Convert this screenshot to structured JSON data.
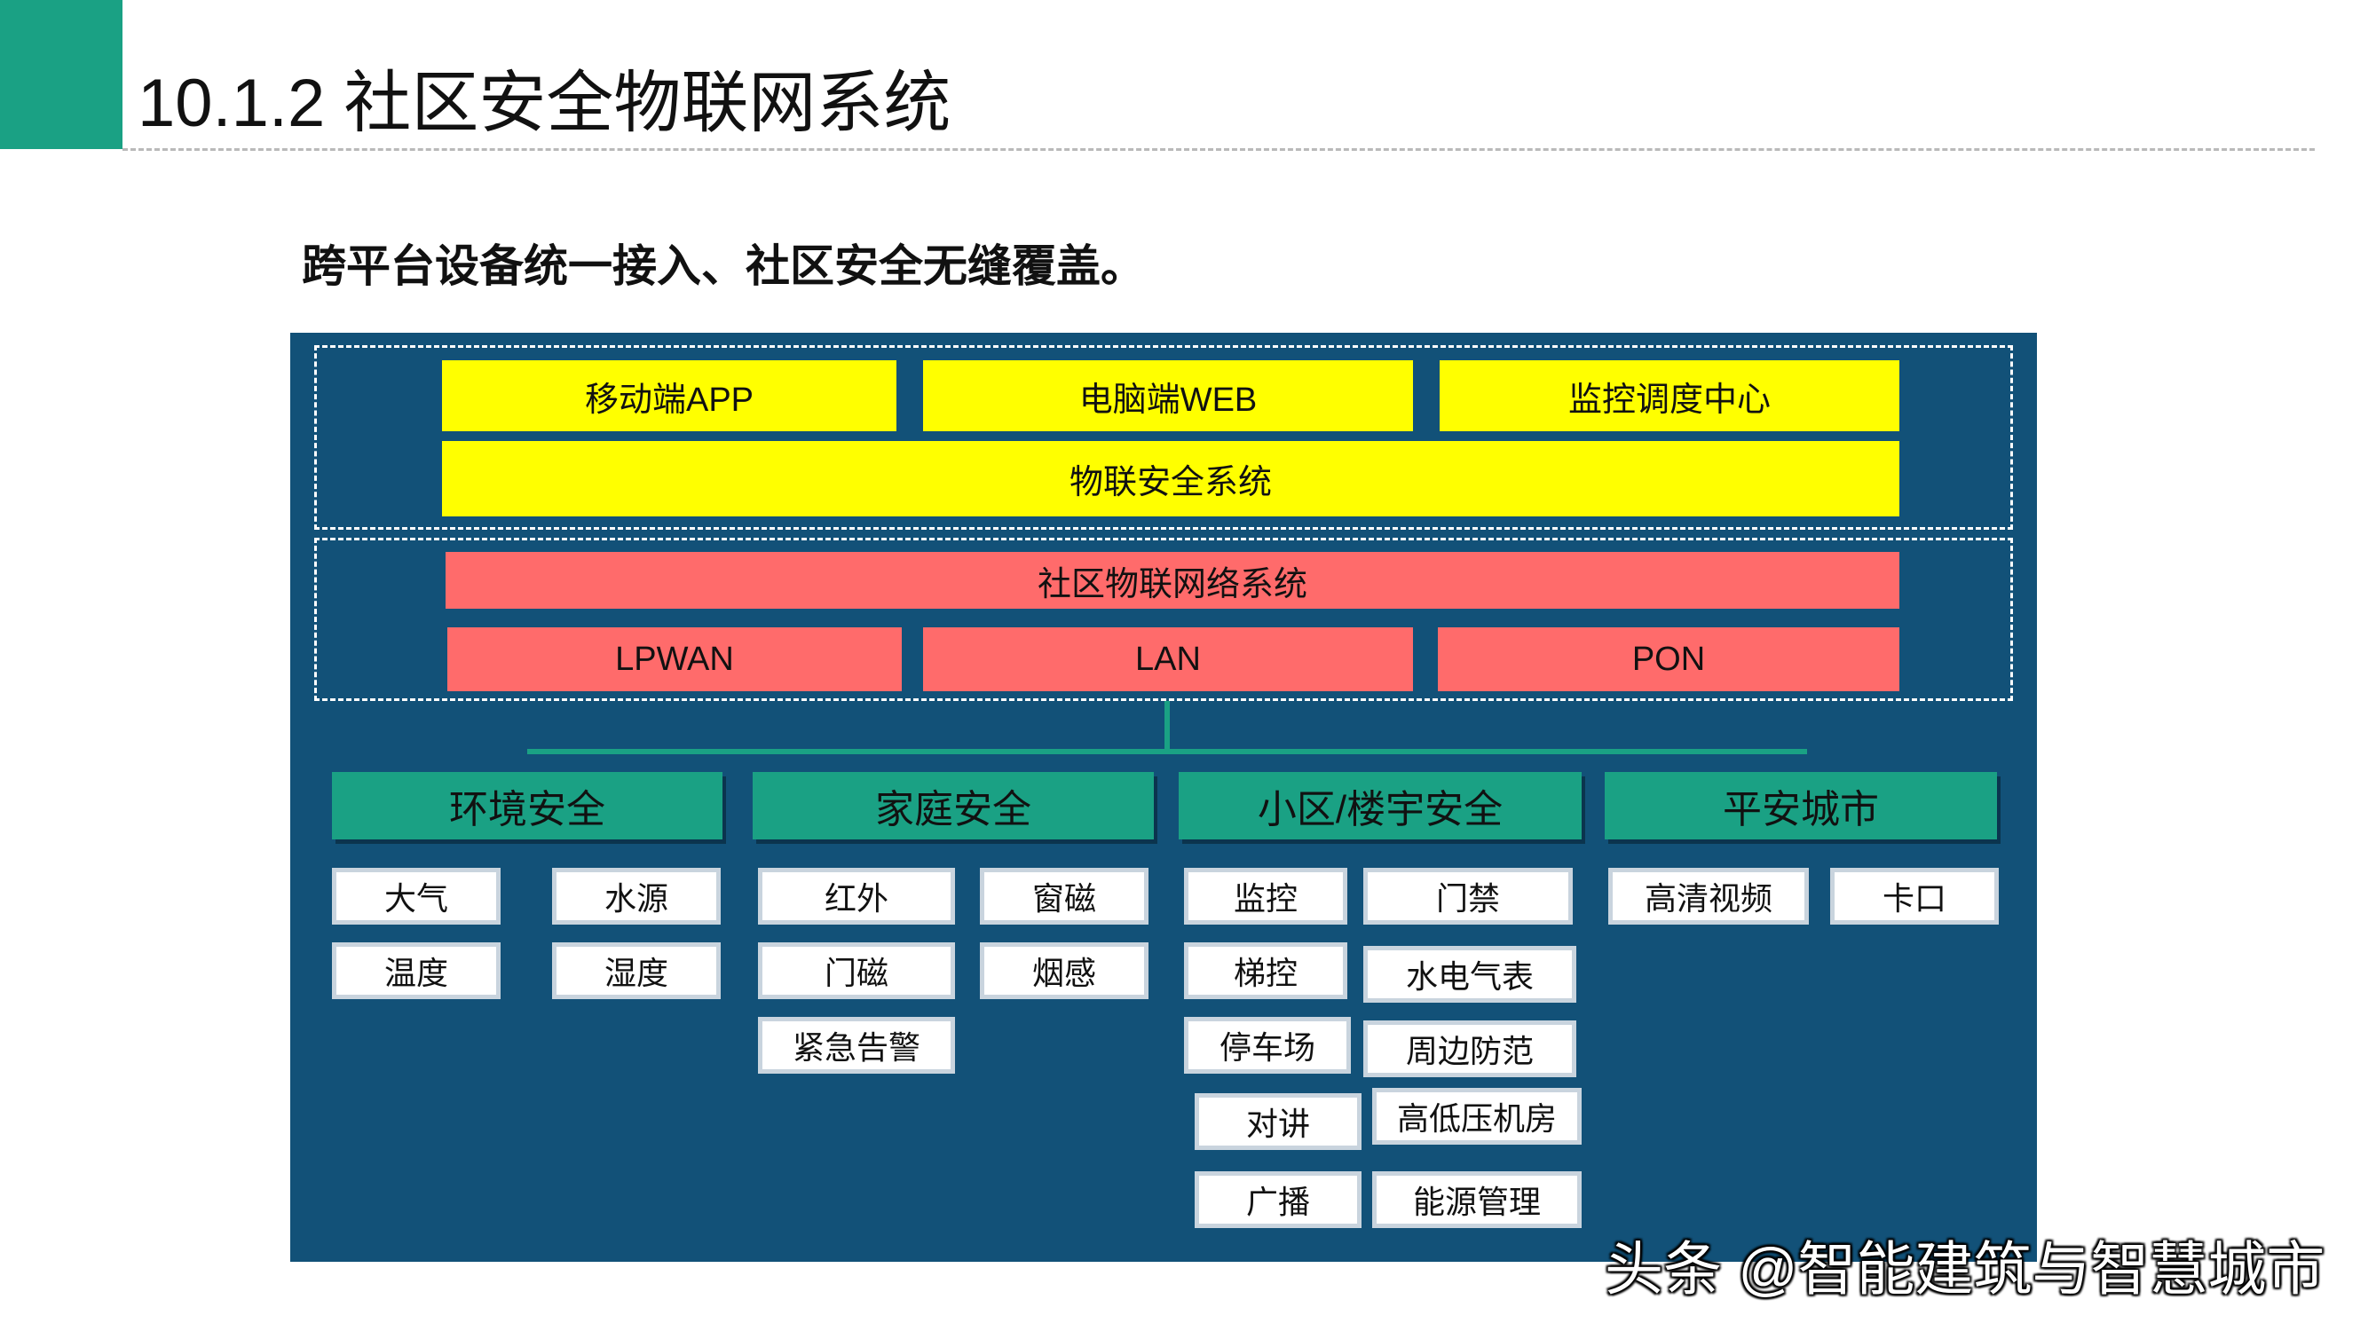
{
  "header": {
    "title": "10.1.2   社区安全物联网系统",
    "subtitle": "跨平台设备统一接入、社区安全无缝覆盖。"
  },
  "diagram": {
    "app_layer": [
      "移动端APP",
      "电脑端WEB",
      "监控调度中心"
    ],
    "platform": "物联安全系统",
    "network": "社区物联网络系统",
    "network_types": [
      "LPWAN",
      "LAN",
      "PON"
    ],
    "categories": [
      {
        "name": "环境安全",
        "items": [
          "大气",
          "水源",
          "温度",
          "湿度"
        ]
      },
      {
        "name": "家庭安全",
        "items": [
          "红外",
          "窗磁",
          "门磁",
          "烟感",
          "紧急告警"
        ]
      },
      {
        "name": "小区/楼宇安全",
        "items": [
          "监控",
          "门禁",
          "梯控",
          "水电气表",
          "停车场",
          "周边防范",
          "对讲",
          "高低压机房",
          "广播",
          "能源管理"
        ]
      },
      {
        "name": "平安城市",
        "items": [
          "高清视频",
          "卡口"
        ]
      }
    ]
  },
  "watermark": "头条 @智能建筑与智慧城市",
  "colors": {
    "accent_teal": "#1aa184",
    "panel_blue": "#125178",
    "yellow": "#ffff00",
    "red": "#ff6b6b"
  }
}
